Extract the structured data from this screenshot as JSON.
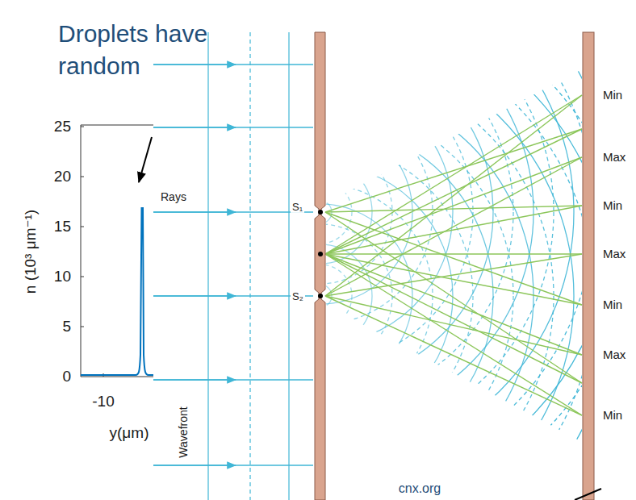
{
  "diagram": {
    "title": "Droplets have random",
    "labels": [
      "25",
      "20",
      "15",
      "10",
      "5",
      "0",
      "-10",
      "n (10³ μm⁻¹)",
      "y(μm)",
      "Rays",
      "S₁",
      "S₂",
      "Wavefront",
      "Min",
      "Max",
      "Min",
      "Max",
      "Min",
      "Max",
      "Min",
      "cnx.org"
    ]
  }
}
